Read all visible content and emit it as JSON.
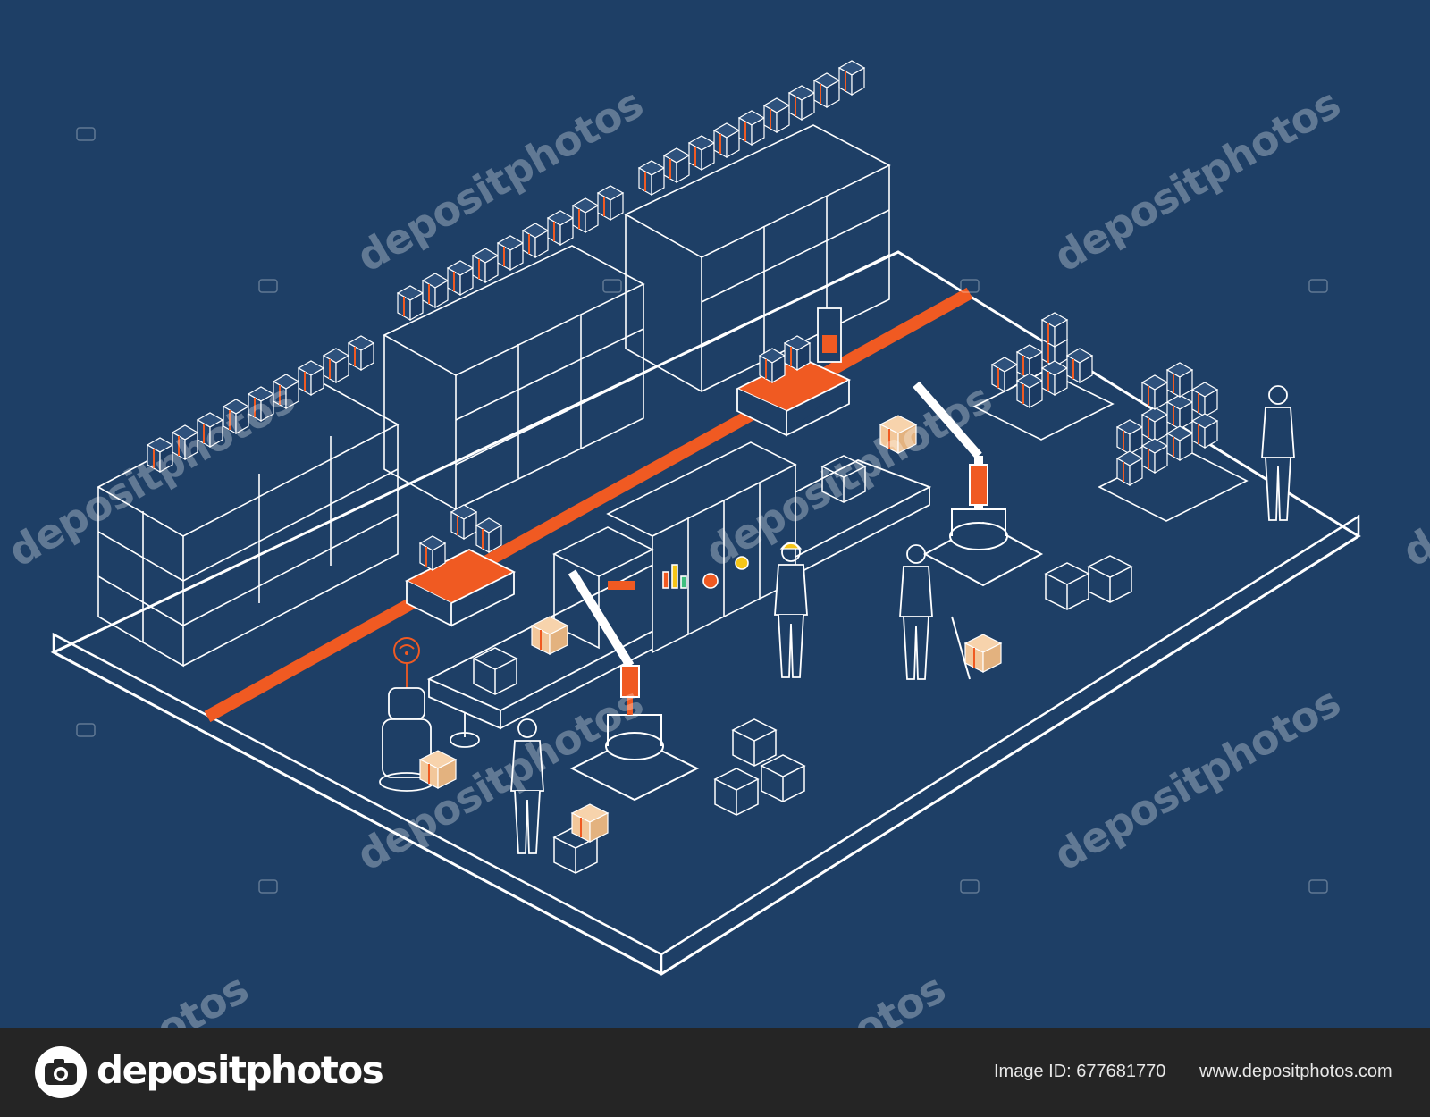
{
  "watermarks": [
    "depositphotos",
    "depositphotos",
    "depositphotos",
    "depositphotos",
    "depositphotos",
    "depositphotos",
    "depositphotos",
    "photos",
    "photos"
  ],
  "footer": {
    "brand": "depositphotos",
    "image_id_label": "Image ID:",
    "image_id": "677681770",
    "website": "www.depositphotos.com"
  },
  "icons": [
    "camera-logo-icon",
    "wifi-signal-icon"
  ],
  "colors": {
    "background": "#1E3F66",
    "line": "#FFFFFF",
    "accent": "#F05A22",
    "box": "#F2C79A",
    "helmet": "#F5C518",
    "footer": "#252525"
  }
}
